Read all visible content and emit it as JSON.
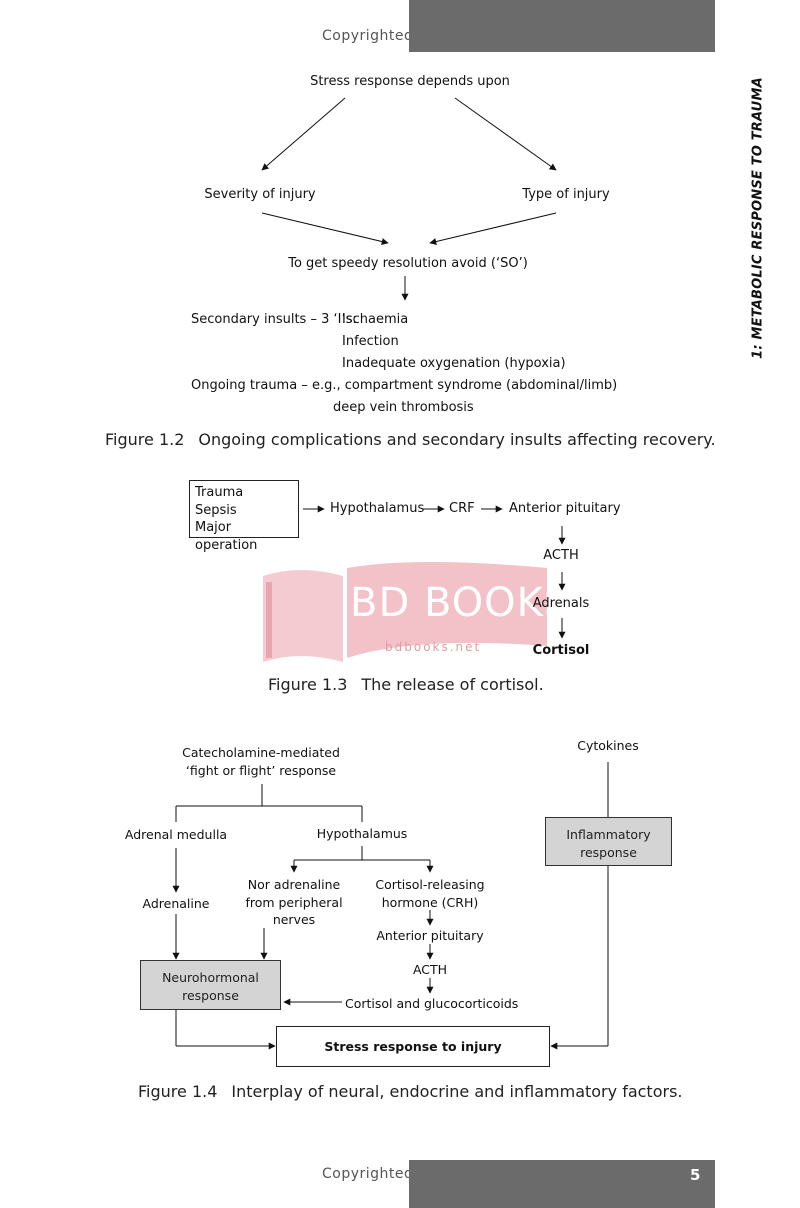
{
  "header": {
    "copyright": "Copyrighted"
  },
  "footer": {
    "copyright": "Copyrighted",
    "page_number": "5"
  },
  "side_title": "1: METABOLIC RESPONSE TO TRAUMA",
  "fig12": {
    "top": "Stress response depends upon",
    "left": "Severity of injury",
    "right": "Type of injury",
    "mid": "To get speedy resolution avoid (‘SO’)",
    "secondary_label": "Secondary insults – 3 ‘I’s:",
    "secondary_items": [
      "Ischaemia",
      "Infection",
      "Inadequate oxygenation (hypoxia)"
    ],
    "ongoing_label": "Ongoing trauma – e.g., compartment syndrome (abdominal/limb)",
    "ongoing_item2": "deep vein thrombosis",
    "caption_label": "Figure 1.2",
    "caption_text": "Ongoing complications and secondary insults affecting recovery."
  },
  "fig13": {
    "box_lines": [
      "Trauma",
      "Sepsis",
      "Major operation"
    ],
    "hypothalamus": "Hypothalamus",
    "crf": "CRF",
    "anterior_pituitary": "Anterior pituitary",
    "acth": "ACTH",
    "adrenals": "Adrenals",
    "cortisol": "Cortisol",
    "caption_label": "Figure 1.3",
    "caption_text": "The release of cortisol."
  },
  "watermark": {
    "title": "BD BOOKS",
    "url": "bdbooks.net",
    "color": "#e8a0a8"
  },
  "fig14": {
    "catecholamine_line1": "Catecholamine-mediated",
    "catecholamine_line2": "‘fight or flight’ response",
    "cytokines": "Cytokines",
    "adrenal_medulla": "Adrenal medulla",
    "hypothalamus": "Hypothalamus",
    "inflammatory_line1": "Inflammatory",
    "inflammatory_line2": "response",
    "adrenaline": "Adrenaline",
    "noradrenaline_lines": [
      "Nor adrenaline",
      "from peripheral",
      "nerves"
    ],
    "crh_lines": [
      "Cortisol-releasing",
      "hormone (CRH)"
    ],
    "anterior_pituitary": "Anterior pituitary",
    "acth": "ACTH",
    "neurohormonal_line1": "Neurohormonal",
    "neurohormonal_line2": "response",
    "cortisol_gluco": "Cortisol and glucocorticoids",
    "stress_response": "Stress response to injury",
    "caption_label": "Figure 1.4",
    "caption_text": "Interplay of neural, endocrine and inflammatory factors."
  }
}
